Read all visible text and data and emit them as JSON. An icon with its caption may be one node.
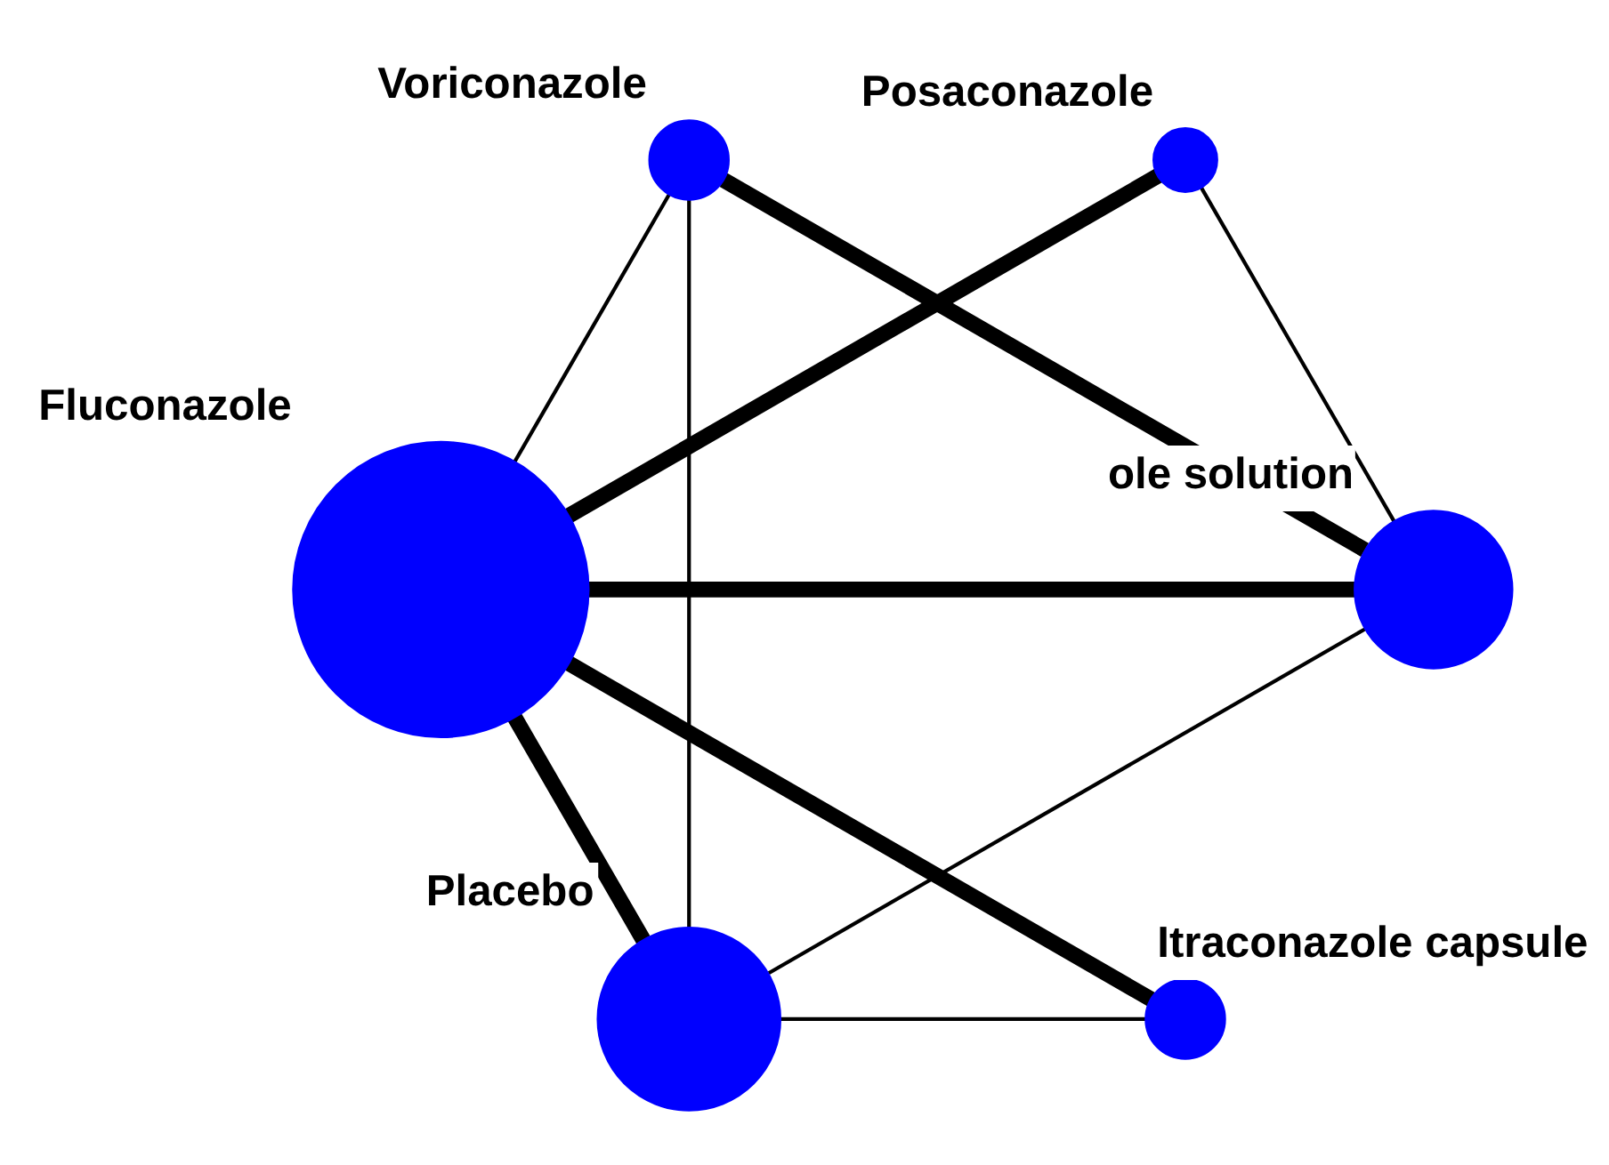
{
  "diagram": {
    "nodes": [
      {
        "text": [
          "Itraconazole capsule"
        ]
      },
      {
        "text": [
          "Fluconazole"
        ]
      },
      {
        "text": [
          "ole solution"
        ]
      },
      {
        "text": [
          "Placebo"
        ]
      },
      {
        "text": [
          "Posaconazole"
        ]
      },
      {
        "text": [
          "Voriconazole"
        ]
      }
    ],
    "edges": [
      {
        "from": 0,
        "to": 1,
        "arrow": "none",
        "style": "thick"
      },
      {
        "from": 0,
        "to": 3,
        "arrow": "none"
      },
      {
        "from": 1,
        "to": 2,
        "arrow": "none",
        "style": "thick"
      },
      {
        "from": 1,
        "to": 3,
        "arrow": "none",
        "style": "thick"
      },
      {
        "from": 1,
        "to": 4,
        "arrow": "none",
        "style": "thick"
      },
      {
        "from": 1,
        "to": 5,
        "arrow": "none"
      },
      {
        "from": 2,
        "to": 3,
        "arrow": "none"
      },
      {
        "from": 2,
        "to": 4,
        "arrow": "none"
      },
      {
        "from": 2,
        "to": 5,
        "arrow": "none",
        "style": "thick"
      },
      {
        "from": 3,
        "to": 5,
        "arrow": "none"
      }
    ]
  }
}
